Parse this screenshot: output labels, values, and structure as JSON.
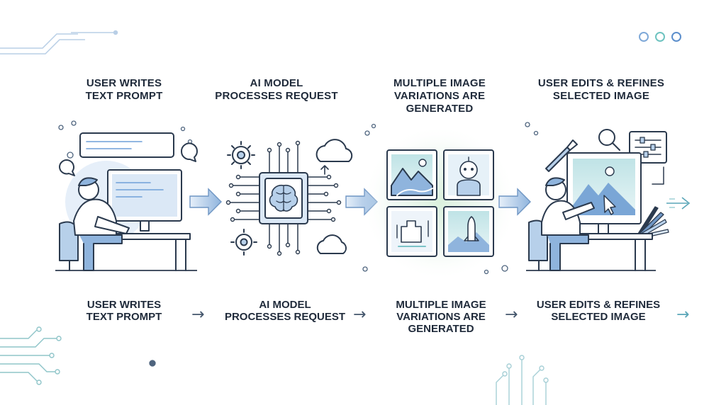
{
  "steps": [
    {
      "title_lines": [
        "USER WRITES",
        "TEXT PROMPT"
      ],
      "icon": "user-at-computer"
    },
    {
      "title_lines": [
        "AI MODEL",
        "PROCESSES REQUEST"
      ],
      "icon": "ai-chip-brain"
    },
    {
      "title_lines": [
        "MULTIPLE IMAGE",
        "VARIATIONS ARE",
        "GENERATED"
      ],
      "icon": "image-grid"
    },
    {
      "title_lines": [
        "USER EDITS & REFINES",
        "SELECTED IMAGE"
      ],
      "icon": "user-editing-image"
    }
  ],
  "captions": [
    {
      "lines": [
        "USER WRITES",
        "TEXT PROMPT"
      ]
    },
    {
      "lines": [
        "AI MODEL",
        "PROCESSES REQUEST"
      ]
    },
    {
      "lines": [
        "MULTIPLE IMAGE",
        "VARIATIONS ARE",
        "GENERATED"
      ]
    },
    {
      "lines": [
        "USER EDITS & REFINES",
        "SELECTED IMAGE"
      ]
    }
  ],
  "arrow_glyph": "→",
  "colors": {
    "outline": "#2b3a4e",
    "fill_light": "#dbe8f6",
    "fill_mid": "#b7d0ea",
    "accent": "#6fa9df",
    "teal": "#7cc3c8",
    "green_glow": "#e2f3e6",
    "text": "#1f2a3a"
  },
  "decor_dots": [
    "#a9c8ea",
    "#8fd0cf",
    "#6f9fd8"
  ]
}
